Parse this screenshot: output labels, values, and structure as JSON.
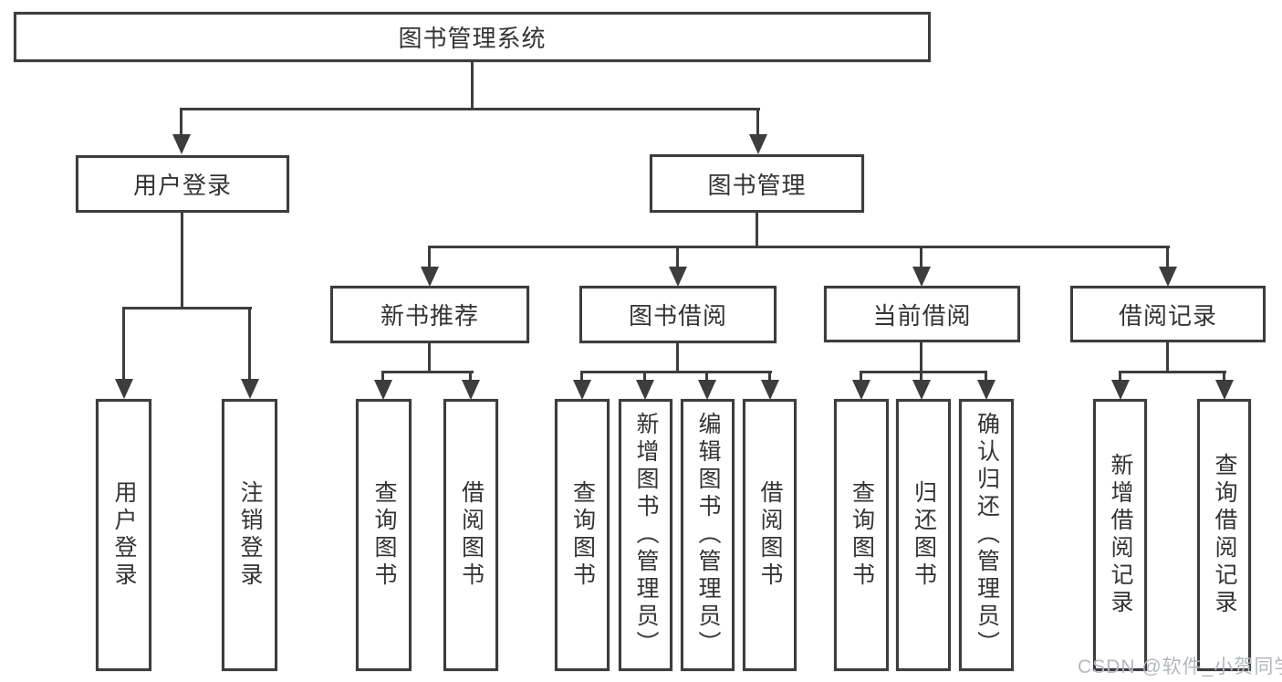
{
  "diagram": {
    "title": "图书管理系统",
    "branches": [
      {
        "label": "用户登录",
        "leaves": [
          "用户登录",
          "注销登录"
        ]
      },
      {
        "label": "图书管理",
        "sections": [
          {
            "label": "新书推荐",
            "leaves": [
              "查询图书",
              "借阅图书"
            ]
          },
          {
            "label": "图书借阅",
            "leaves": [
              "查询图书",
              "新增图书（管理员）",
              "编辑图书（管理员）",
              "借阅图书"
            ]
          },
          {
            "label": "当前借阅",
            "leaves": [
              "查询图书",
              "归还图书",
              "确认归还（管理员）"
            ]
          },
          {
            "label": "借阅记录",
            "leaves": [
              "新增借阅记录",
              "查询借阅记录"
            ]
          }
        ]
      }
    ]
  },
  "watermark": "CSDN @软件_小贺同学",
  "colors": {
    "line": "#3d3d3d",
    "text": "#333333",
    "background": "#ffffff",
    "watermark": "#b4b8bf"
  }
}
